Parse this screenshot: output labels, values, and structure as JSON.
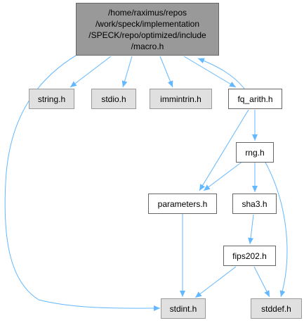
{
  "graph": {
    "root": {
      "label_lines": [
        "/home/raximus/repos",
        "/work/speck/implementation",
        "/SPECK/repo/optimized/include",
        "/macro.h"
      ]
    },
    "nodes": {
      "string_h": "string.h",
      "stdio_h": "stdio.h",
      "immintrin_h": "immintrin.h",
      "fq_arith_h": "fq_arith.h",
      "rng_h": "rng.h",
      "parameters_h": "parameters.h",
      "sha3_h": "sha3.h",
      "fips202_h": "fips202.h",
      "stdint_h": "stdint.h",
      "stddef_h": "stddef.h"
    },
    "colors": {
      "edge": "#63b8ff",
      "root_fill": "#999999",
      "system_fill": "#e0e0e0",
      "file_fill": "#ffffff",
      "border": "#666666"
    }
  }
}
